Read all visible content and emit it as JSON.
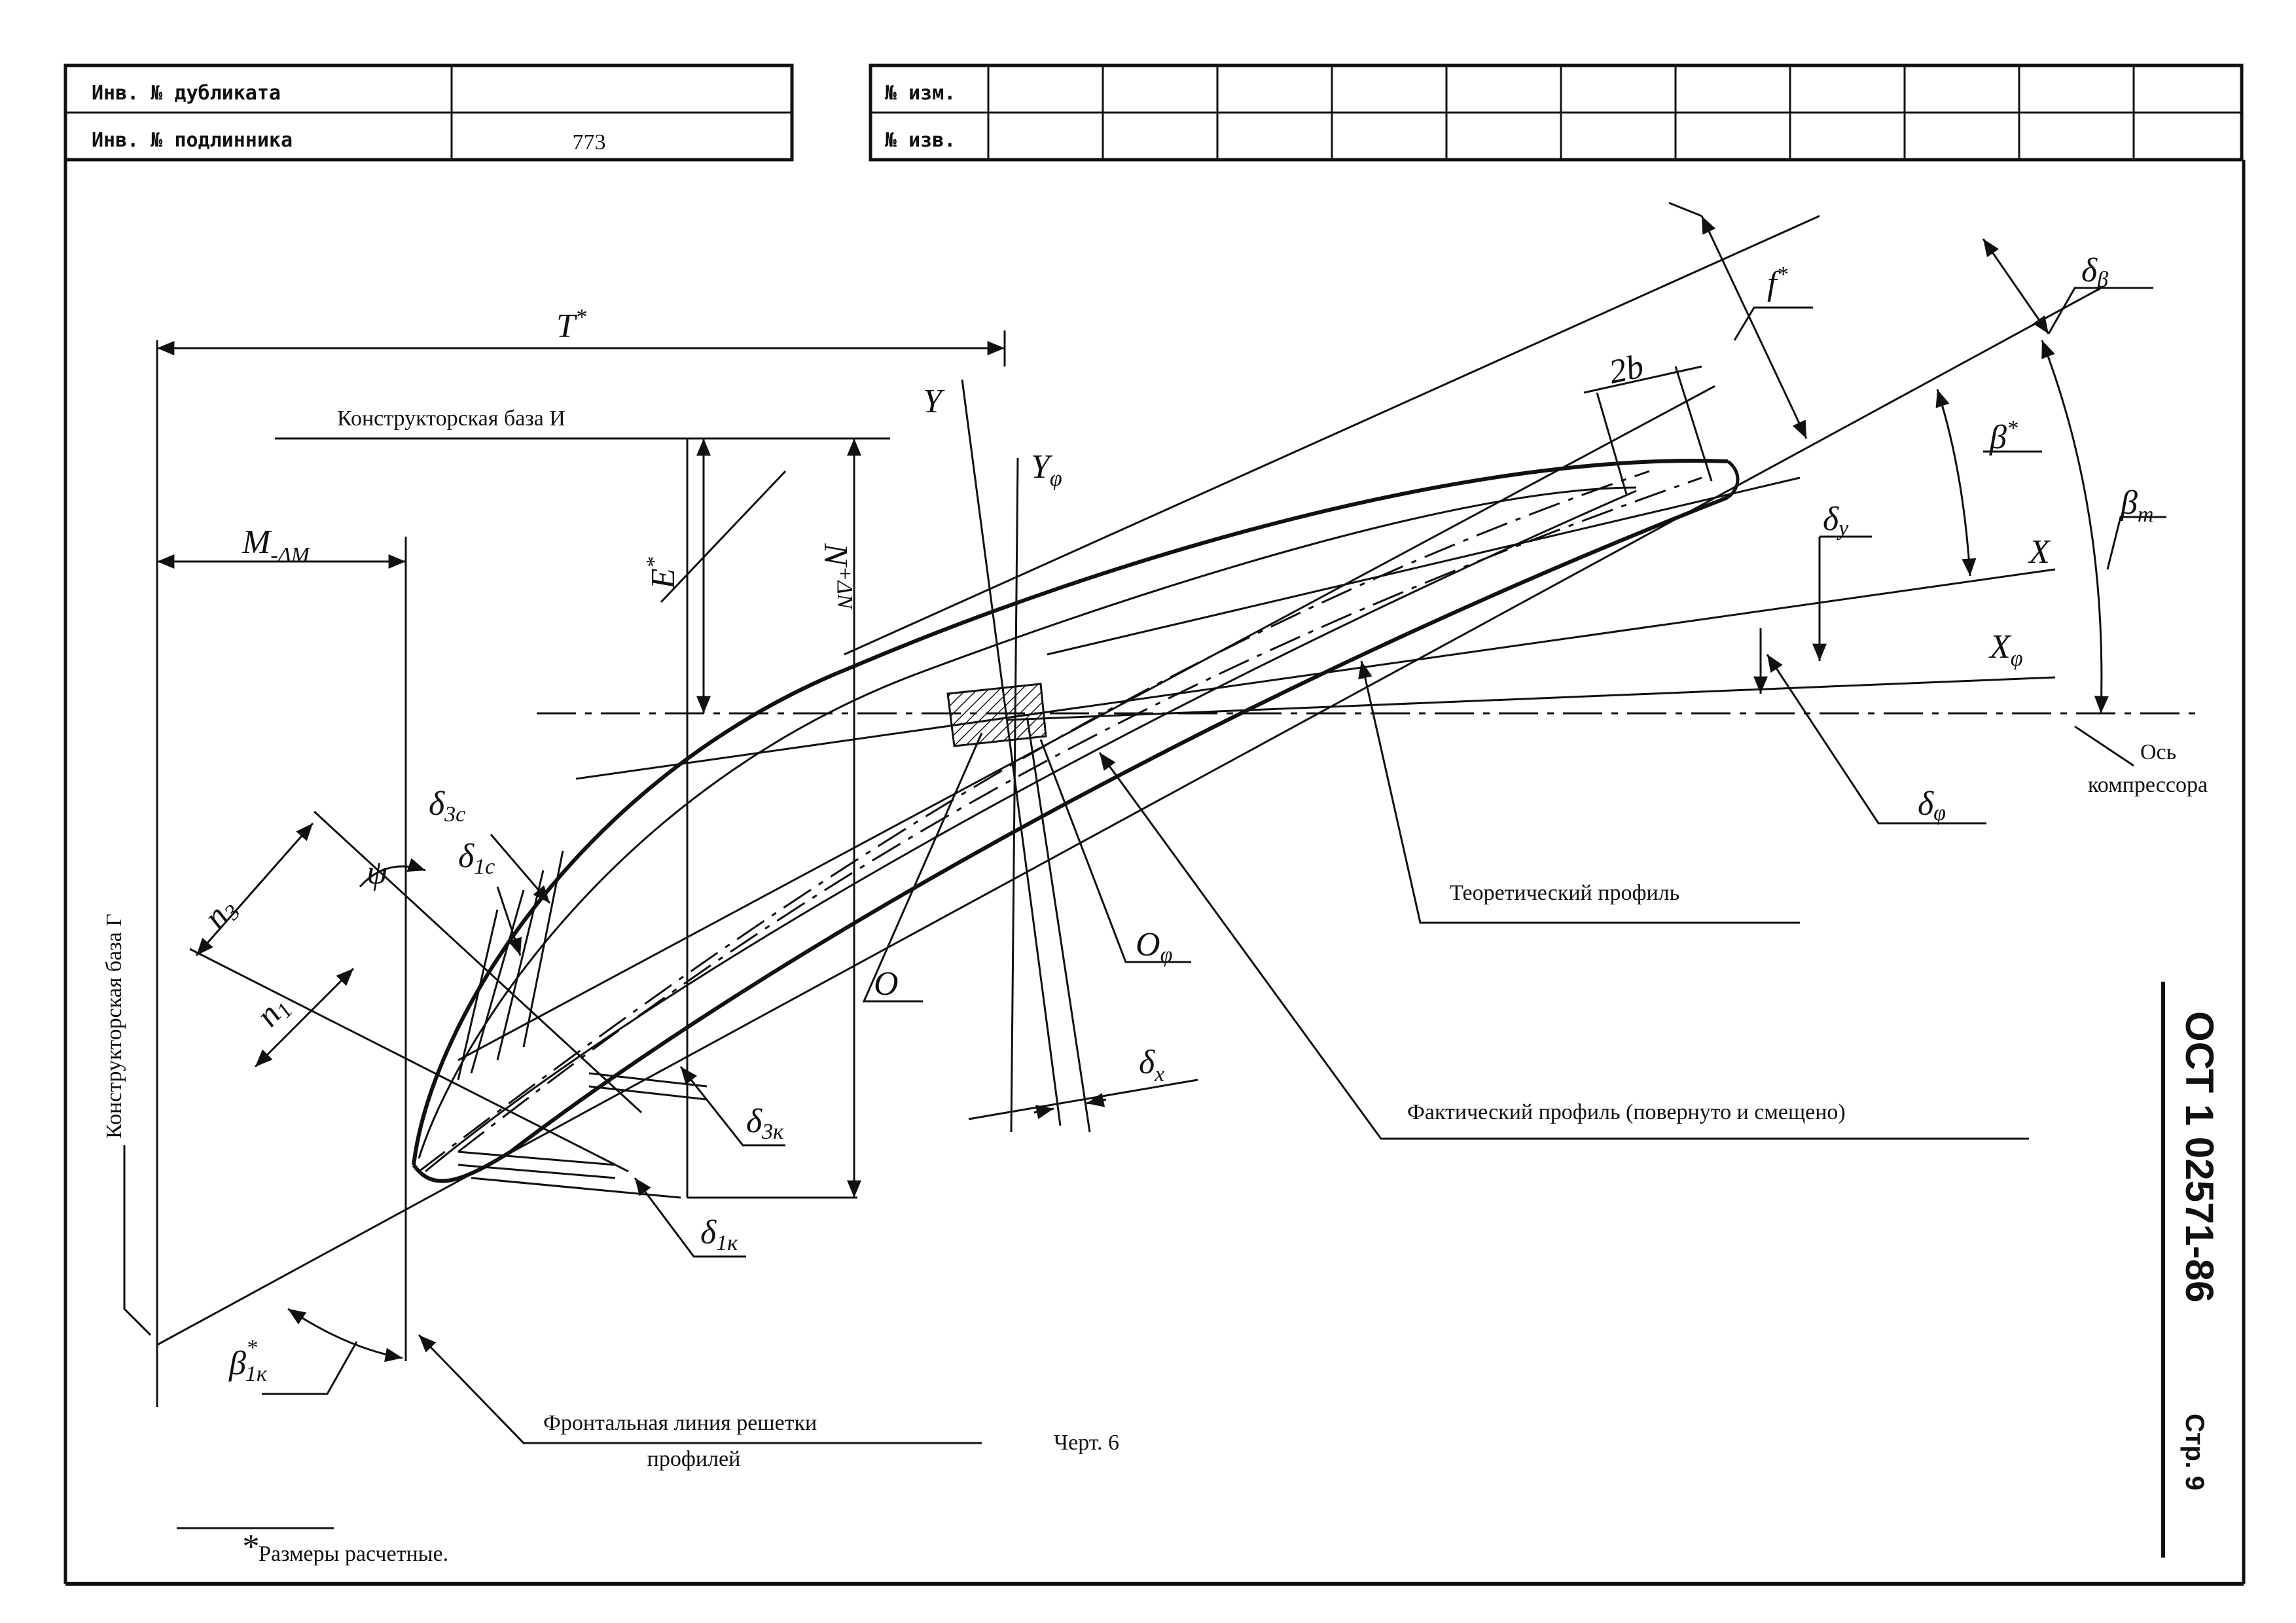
{
  "stamp": {
    "dup_inv_label": "Инв. № дубликата",
    "dup_inv_value": "",
    "orig_inv_label": "Инв. № подлинника",
    "orig_inv_value": "773",
    "change_label": "№ изм.",
    "notice_label": "№ изв."
  },
  "drawing": {
    "base_i": "Конструкторская база И",
    "base_g": "Конструкторская база Г",
    "axis": "Ось",
    "axis_2": "компрессора",
    "theoretical": "Теоретический профиль",
    "actual": "Фактический профиль (повернуто и смещено)",
    "frontal": "Фронтальная линия решетки",
    "frontal_2": "профилей",
    "caption": "Черт. 6",
    "footnote": "Размеры расчетные.",
    "footnote_mark": "*"
  },
  "symbols": {
    "T": "T",
    "T_sup": "*",
    "M": "M",
    "M_sub": "-ΔM",
    "E": "E",
    "E_sup": "*",
    "N": "N",
    "N_sup": "+ΔN",
    "Y": "Y",
    "Yf": "Y",
    "Yf_sub": "φ",
    "X": "X",
    "Xf": "X",
    "Xf_sub": "φ",
    "f": "f",
    "f_sup": "*",
    "two_b": "2b",
    "beta_star": "β",
    "beta_star_sup": "*",
    "beta_t": "β",
    "beta_t_sub": "т",
    "beta_1k": "β",
    "beta_1k_sup": "*",
    "beta_1k_sub": "1к",
    "delta_beta": "δ",
    "delta_beta_sub": "β",
    "delta_y": "δ",
    "delta_y_sub": "y",
    "delta_phi": "δ",
    "delta_phi_sub": "φ",
    "delta_x": "δ",
    "delta_x_sub": "x",
    "delta_3c": "δ",
    "delta_3c_sub": "3с",
    "delta_1c": "δ",
    "delta_1c_sub": "1с",
    "delta_3k": "δ",
    "delta_3k_sub": "3к",
    "delta_1k": "δ",
    "delta_1k_sub": "1к",
    "n3": "n",
    "n3_sub": "3",
    "n1": "n",
    "n1_sub": "1",
    "psi": "ψ",
    "O": "О",
    "Of": "О",
    "Of_sub": "φ"
  },
  "side": {
    "doc_number": "ОСТ 1 02571-86",
    "page_label": "Стр. 9"
  }
}
